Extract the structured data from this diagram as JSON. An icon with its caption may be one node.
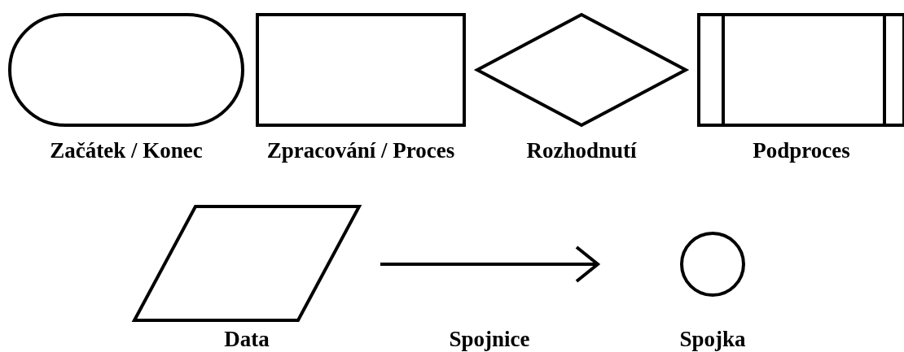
{
  "diagram": {
    "nodes": [
      {
        "text": [],
        "shape": "stadium",
        "beside": [
          "Začátek / Konec"
        ]
      },
      {
        "text": [],
        "shape": "box",
        "beside": [
          "Zpracování / Proces"
        ]
      },
      {
        "text": [],
        "shape": "diamond",
        "beside": [
          "Rozhodnutí"
        ]
      },
      {
        "text": [],
        "shape": "subprocess",
        "beside": [
          "Podproces"
        ]
      },
      {
        "text": [],
        "shape": "parallelogram",
        "beside": [
          "Data"
        ]
      },
      {
        "text": [],
        "shape": "circle",
        "beside": [
          "Spojka"
        ]
      }
    ],
    "labels": [
      "Spojnice"
    ]
  }
}
